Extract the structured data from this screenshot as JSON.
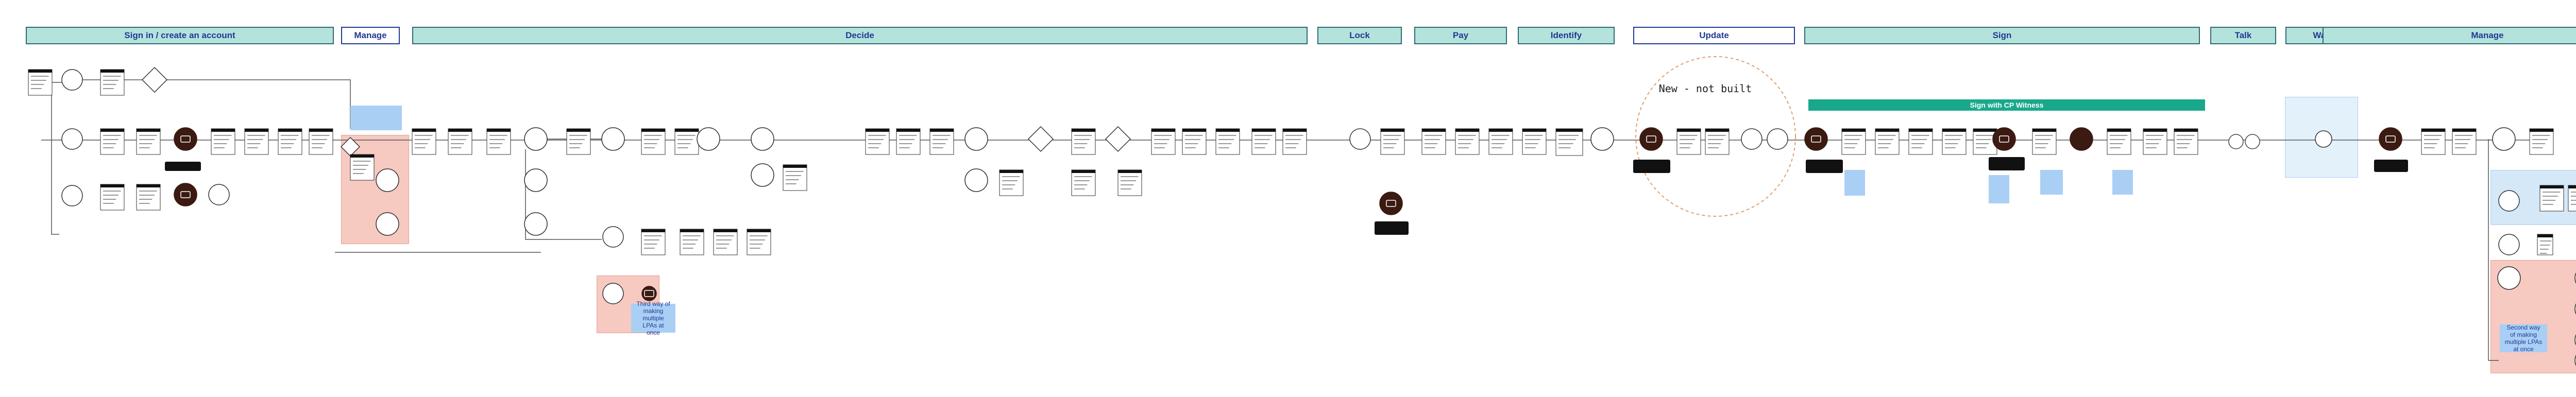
{
  "phases": [
    {
      "id": "signin",
      "label": "Sign in / create an account",
      "style": "teal"
    },
    {
      "id": "manage1",
      "label": "Manage",
      "style": "white"
    },
    {
      "id": "decide",
      "label": "Decide",
      "style": "teal"
    },
    {
      "id": "lock",
      "label": "Lock",
      "style": "teal"
    },
    {
      "id": "pay",
      "label": "Pay",
      "style": "teal"
    },
    {
      "id": "identify",
      "label": "Identify",
      "style": "teal"
    },
    {
      "id": "update",
      "label": "Update",
      "style": "white"
    },
    {
      "id": "sign",
      "label": "Sign",
      "style": "teal"
    },
    {
      "id": "talk",
      "label": "Talk",
      "style": "teal"
    },
    {
      "id": "wait",
      "label": "Wait",
      "style": "teal"
    },
    {
      "id": "manage2",
      "label": "Manage",
      "style": "teal"
    }
  ],
  "banner": "Sign with CP Witness",
  "new_not_built": "New - not built",
  "stickies": {
    "third_way": "Third way of making multiple LPAs at once",
    "second_way": "Second way of making multiple LPAs at once"
  },
  "colors": {
    "phase_fill": "#b4e3dc",
    "phase_border": "#2d6a75",
    "banner": "#1aa88d",
    "sticky": "#a9cff5",
    "red_zone": "#f6c9c1",
    "dark_node": "#3b1a12",
    "line": "#555555"
  }
}
